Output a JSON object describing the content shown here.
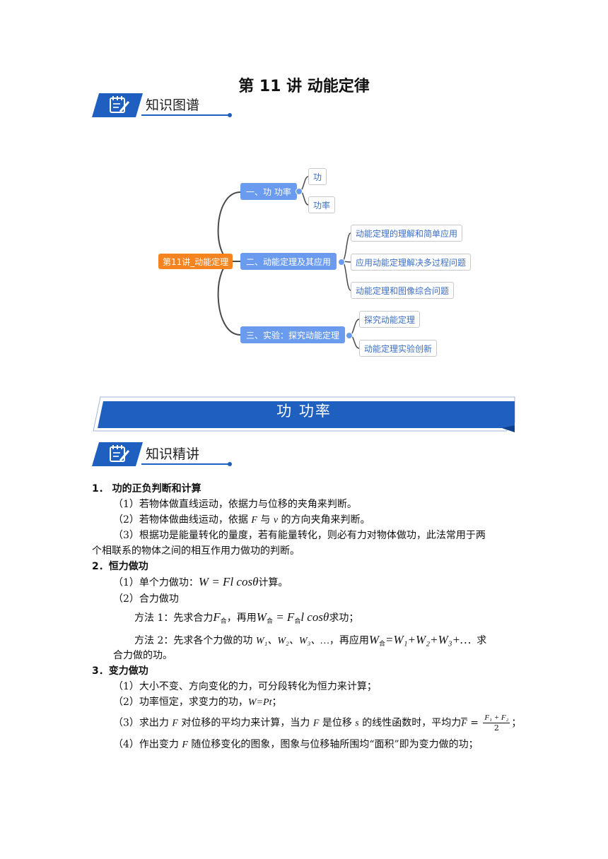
{
  "page_title": "第 11 讲  动能定律",
  "section_map": {
    "label": "知识图谱",
    "icon": "notepad-pencil-icon"
  },
  "mindmap": {
    "root": "第11讲_动能定理",
    "branches": [
      {
        "label": "一、功 功率",
        "children": [
          "功",
          "功率"
        ]
      },
      {
        "label": "二、动能定理及其应用",
        "children": [
          "动能定理的理解和简单应用",
          "应用动能定理解决多过程问题",
          "动能定理和图像综合问题"
        ]
      },
      {
        "label": "三、实验：探究动能定理",
        "children": [
          "探究动能定理",
          "动能定理实验创新"
        ]
      }
    ]
  },
  "chapter_banner": {
    "title": "功  功率",
    "color": "#1f5fbf"
  },
  "section_explain": {
    "label": "知识精讲",
    "icon": "notepad-pencil-icon"
  },
  "content": {
    "h1": "1．  功的正负判断和计算",
    "h1_p1": "（1）若物体做直线运动，依据力与位移的夹角来判断。",
    "h1_p2_a": "（2）若物体做曲线运动，依据 ",
    "h1_p2_F": "F",
    "h1_p2_b": " 与 ",
    "h1_p2_v": "v",
    "h1_p2_c": " 的方向夹角来判断。",
    "h1_p3_a": "（3）根据功是能量转化的量度，若有能量转化，则必有力对物体做功，此法常用于两",
    "h1_p3_b": "个相联系的物体之间的相互作用力做功的判断。",
    "h2": "2．恒力做功",
    "h2_p1_a": "（1）单个力做功：",
    "h2_p1_formula": "W = Fl cosθ",
    "h2_p1_b": "计算。",
    "h2_p2": "（2）合力做功",
    "m1_a": "方法 1：先求合力",
    "m1_F": "F",
    "m1_sub": "合",
    "m1_b": "，再用",
    "m1_formula_W": "W",
    "m1_formula_rest": " = F",
    "m1_formula_tail": "l cosθ",
    "m1_c": "求功；",
    "m2_a": "方法 2：先求各个力做的功 ",
    "m2_list": "W₁、W₂、W₃、…",
    "m2_b": "，再应用",
    "m2_formula_W": "W",
    "m2_formula_rest": "=W₁+W₂+W₃+…",
    "m2_c": "求",
    "m2_d": "合力做的功。",
    "h3": "3．变力做功",
    "h3_p1": "（1）大小不变、方向变化的力，可分段转化为恒力来计算；",
    "h3_p2_a": "（2）功率恒定，求变力的功，",
    "h3_p2_formula": "W=Pt",
    "h3_p2_b": "；",
    "h3_p3_a": "（3）求出力 ",
    "h3_p3_F": "F",
    "h3_p3_b": " 对位移的平均力来计算，当力 ",
    "h3_p3_c": " 是位移 ",
    "h3_p3_s": "s",
    "h3_p3_d": " 的线性函数时，平均力",
    "h3_p3_Fbar": "F",
    "h3_p3_eq": " = ",
    "h3_p3_num": "F₁ + F₂",
    "h3_p3_den": "2",
    "h3_p3_e": "；",
    "h3_p4_a": "（4）作出变力 ",
    "h3_p4_F": "F",
    "h3_p4_b": " 随位移变化的图象，图象与位移轴所围均“面积”即为变力做的功；"
  }
}
